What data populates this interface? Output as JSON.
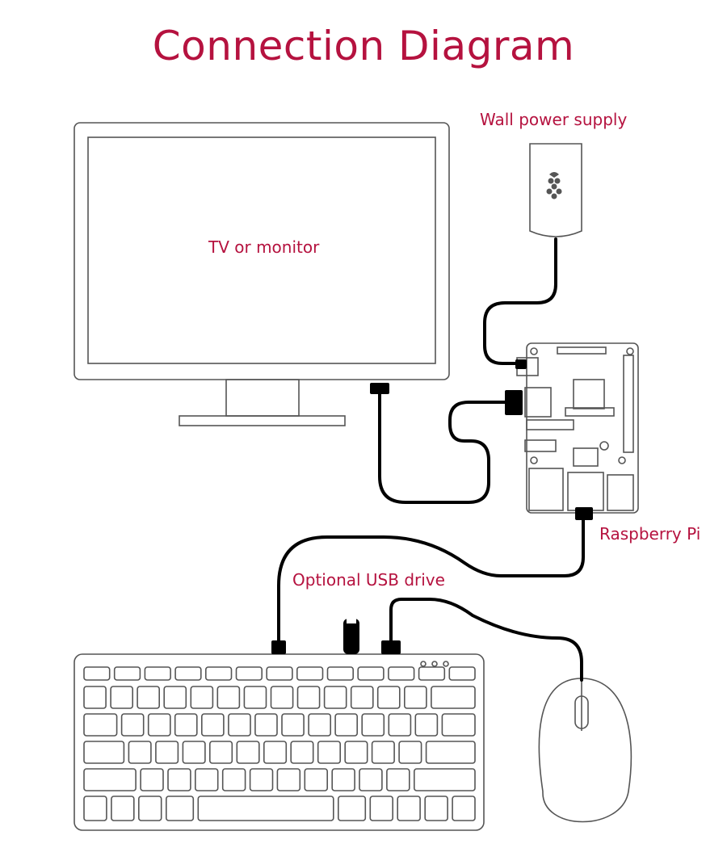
{
  "title": "Connection Diagram",
  "labels": {
    "wall_power_supply": "Wall power supply",
    "tv_or_monitor": "TV or monitor",
    "raspberry_pi": "Raspberry Pi",
    "optional_usb_drive": "Optional USB drive"
  },
  "colors": {
    "title": "#b5123f",
    "outline": "#555555",
    "cable": "#000000"
  }
}
